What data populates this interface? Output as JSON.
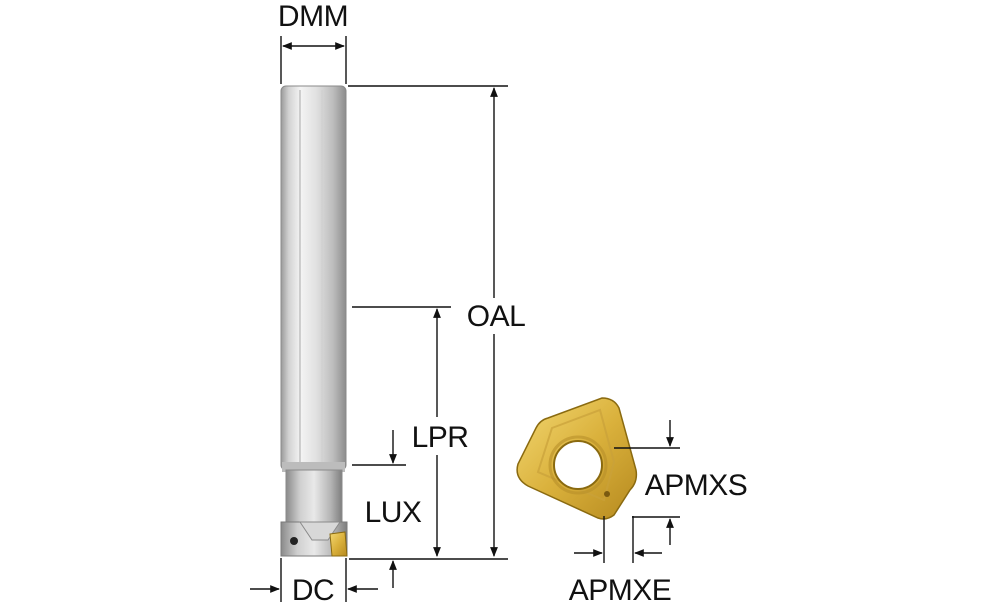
{
  "labels": {
    "dmm": "DMM",
    "oal": "OAL",
    "lpr": "LPR",
    "lux": "LUX",
    "dc": "DC",
    "apmxs": "APMXS",
    "apmxe": "APMXE"
  },
  "colors": {
    "line": "#111111",
    "insert": "#d9b23a",
    "shank": "#c8c8c8"
  }
}
